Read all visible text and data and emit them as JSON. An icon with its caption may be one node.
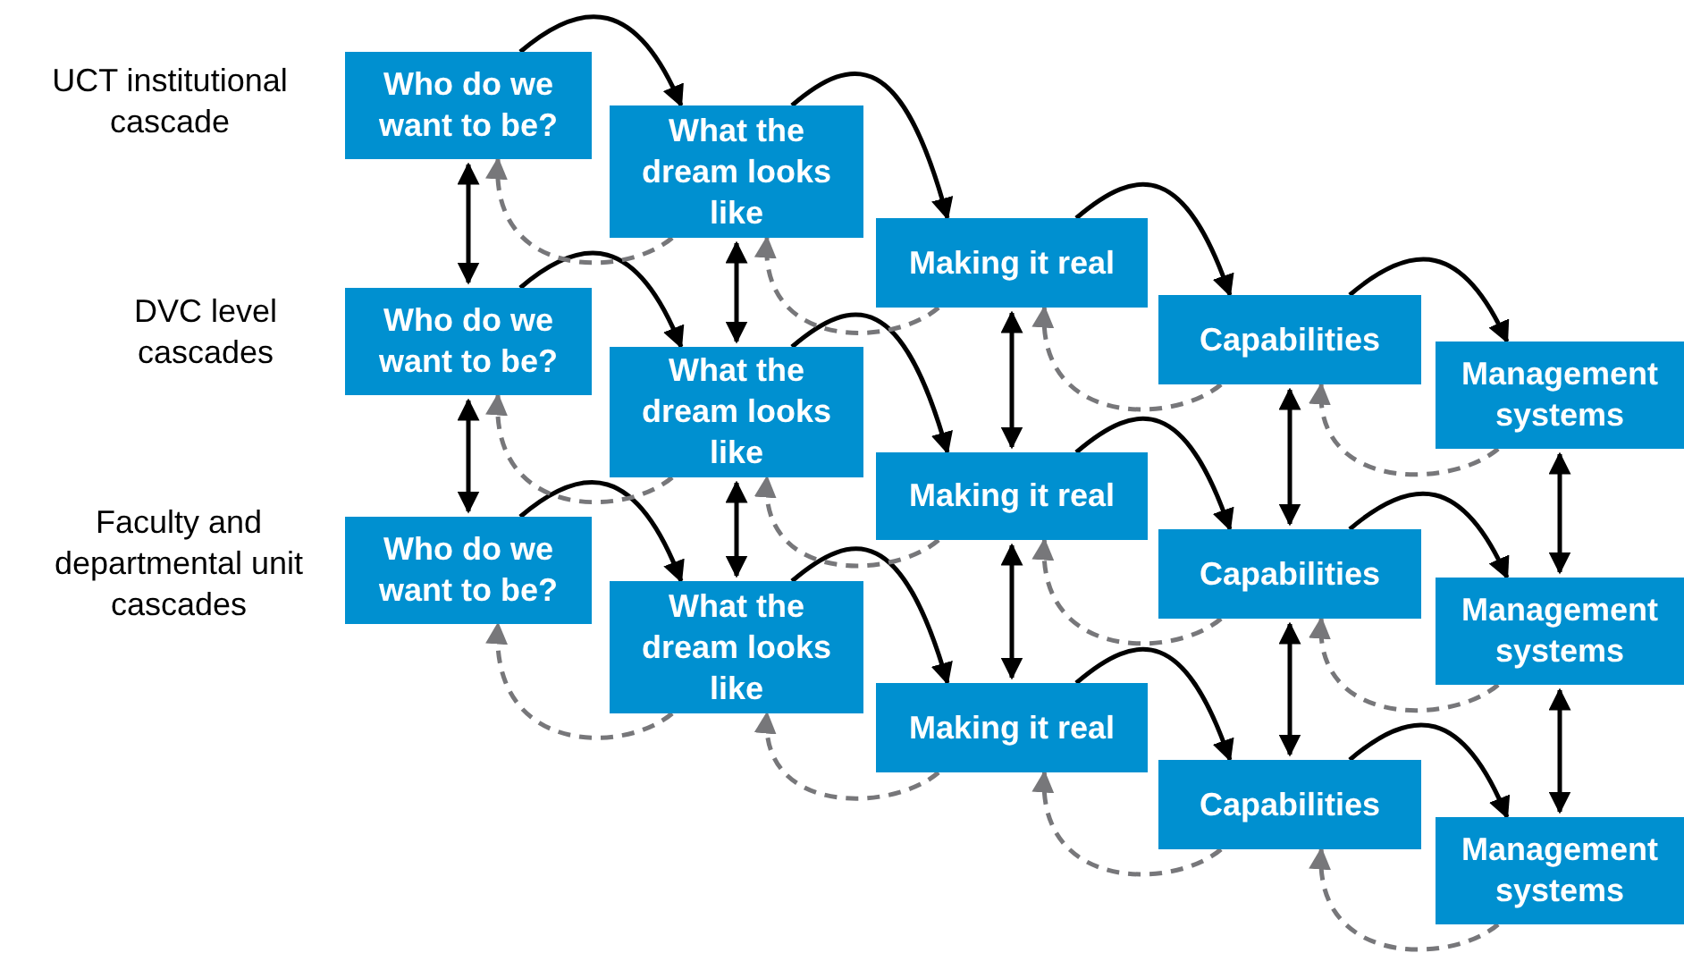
{
  "diagram": {
    "nodes": [
      {
        "text": [
          "Who do we want to be?"
        ]
      },
      {
        "text": [
          "What the dream looks like"
        ]
      },
      {
        "text": [
          "Making it real"
        ]
      },
      {
        "text": [
          "Capabilities"
        ]
      },
      {
        "text": [
          "Management systems"
        ]
      },
      {
        "text": [
          "Who do we want to be?"
        ]
      },
      {
        "text": [
          "What the dream looks like"
        ]
      },
      {
        "text": [
          "Making it real"
        ]
      },
      {
        "text": [
          "Capabilities"
        ]
      },
      {
        "text": [
          "Management systems"
        ]
      },
      {
        "text": [
          "Who do we want to be?"
        ]
      },
      {
        "text": [
          "What the dream looks like"
        ]
      },
      {
        "text": [
          "Making it real"
        ]
      },
      {
        "text": [
          "Capabilities"
        ]
      },
      {
        "text": [
          "Management systems"
        ]
      }
    ],
    "edges": [
      {
        "from": 0,
        "to": 1,
        "arrow": "to"
      },
      {
        "from": 1,
        "to": 2,
        "arrow": "to"
      },
      {
        "from": 2,
        "to": 3,
        "arrow": "to"
      },
      {
        "from": 3,
        "to": 4,
        "arrow": "to"
      },
      {
        "from": 5,
        "to": 6,
        "arrow": "to"
      },
      {
        "from": 6,
        "to": 7,
        "arrow": "to"
      },
      {
        "from": 7,
        "to": 8,
        "arrow": "to"
      },
      {
        "from": 8,
        "to": 9,
        "arrow": "to"
      },
      {
        "from": 10,
        "to": 11,
        "arrow": "to"
      },
      {
        "from": 11,
        "to": 12,
        "arrow": "to"
      },
      {
        "from": 12,
        "to": 13,
        "arrow": "to"
      },
      {
        "from": 13,
        "to": 14,
        "arrow": "to"
      },
      {
        "from": 0,
        "to": 5,
        "arrow": "both"
      },
      {
        "from": 1,
        "to": 6,
        "arrow": "both"
      },
      {
        "from": 2,
        "to": 7,
        "arrow": "both"
      },
      {
        "from": 3,
        "to": 8,
        "arrow": "both"
      },
      {
        "from": 4,
        "to": 9,
        "arrow": "both"
      },
      {
        "from": 5,
        "to": 10,
        "arrow": "both"
      },
      {
        "from": 6,
        "to": 11,
        "arrow": "both"
      },
      {
        "from": 7,
        "to": 12,
        "arrow": "both"
      },
      {
        "from": 8,
        "to": 13,
        "arrow": "both"
      },
      {
        "from": 9,
        "to": 14,
        "arrow": "both"
      },
      {
        "from": 1,
        "to": 0,
        "arrow": "to",
        "style": "dashed",
        "color": "#77777a"
      },
      {
        "from": 2,
        "to": 1,
        "arrow": "to",
        "style": "dashed",
        "color": "#77777a"
      },
      {
        "from": 3,
        "to": 2,
        "arrow": "to",
        "style": "dashed",
        "color": "#77777a"
      },
      {
        "from": 4,
        "to": 3,
        "arrow": "to",
        "style": "dashed",
        "color": "#77777a"
      },
      {
        "from": 6,
        "to": 5,
        "arrow": "to",
        "style": "dashed",
        "color": "#77777a"
      },
      {
        "from": 7,
        "to": 6,
        "arrow": "to",
        "style": "dashed",
        "color": "#77777a"
      },
      {
        "from": 8,
        "to": 7,
        "arrow": "to",
        "style": "dashed",
        "color": "#77777a"
      },
      {
        "from": 9,
        "to": 8,
        "arrow": "to",
        "style": "dashed",
        "color": "#77777a"
      },
      {
        "from": 11,
        "to": 10,
        "arrow": "to",
        "style": "dashed",
        "color": "#77777a"
      },
      {
        "from": 12,
        "to": 11,
        "arrow": "to",
        "style": "dashed",
        "color": "#77777a"
      },
      {
        "from": 13,
        "to": 12,
        "arrow": "to",
        "style": "dashed",
        "color": "#77777a"
      },
      {
        "from": 14,
        "to": 13,
        "arrow": "to",
        "style": "dashed",
        "color": "#77777a"
      }
    ],
    "labels": [
      "UCT institutional cascade",
      "DVC level cascades",
      "Faculty and departmental unit cascades"
    ]
  }
}
